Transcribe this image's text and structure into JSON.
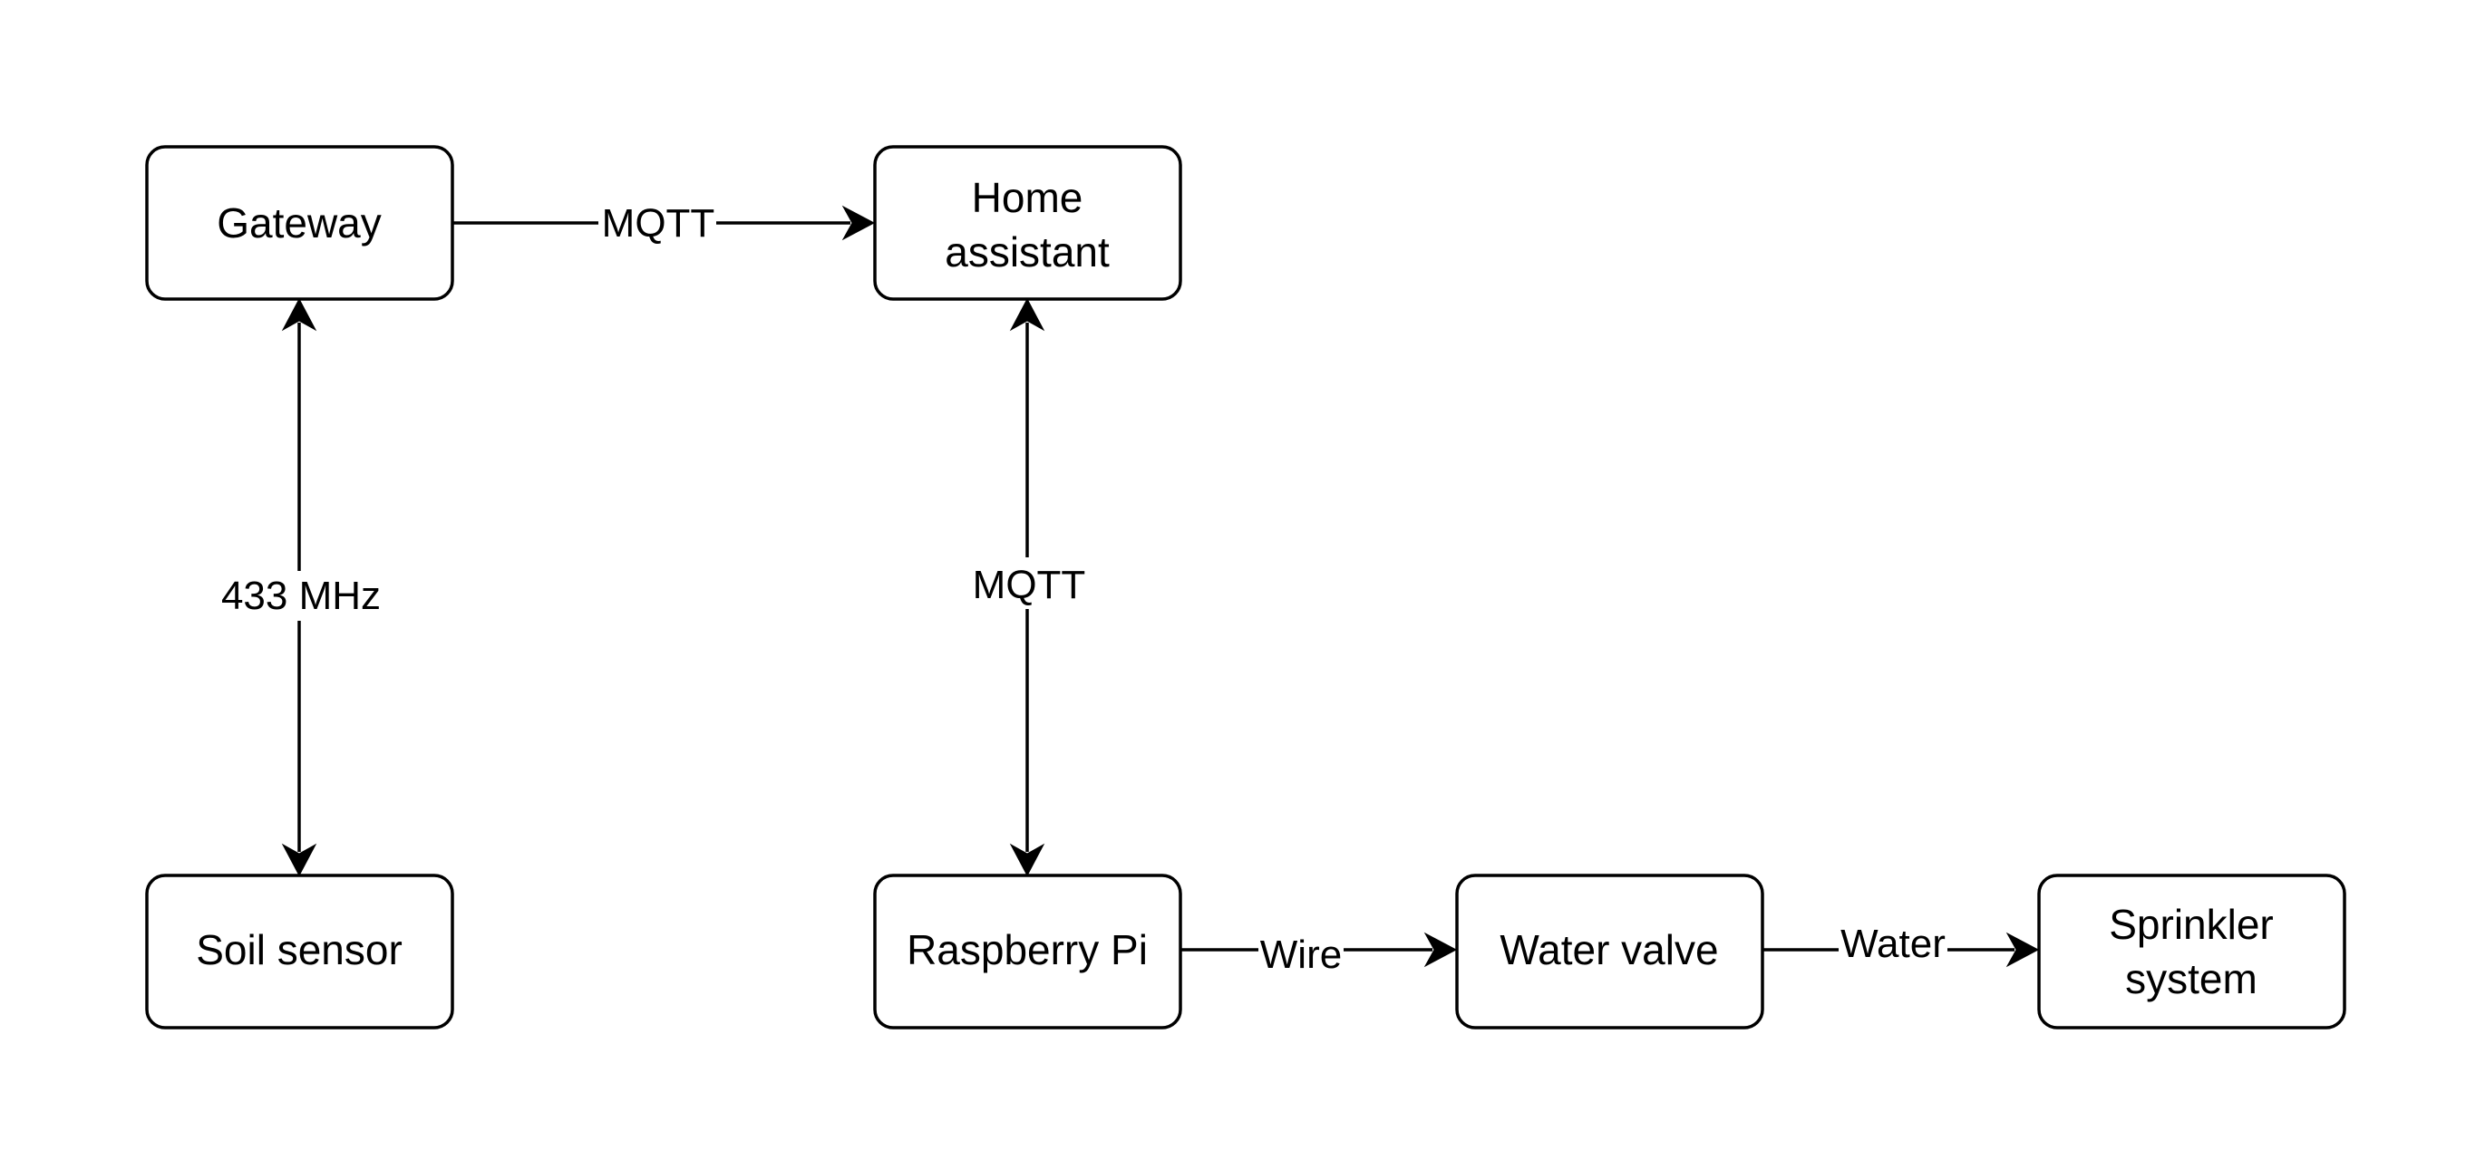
{
  "nodes": {
    "gateway": {
      "label": "Gateway"
    },
    "home_assistant": {
      "line1": "Home",
      "line2": "assistant"
    },
    "soil_sensor": {
      "label": "Soil sensor"
    },
    "raspberry_pi": {
      "label": "Raspberry Pi"
    },
    "water_valve": {
      "label": "Water valve"
    },
    "sprinkler_system": {
      "line1": "Sprinkler",
      "line2": "system"
    }
  },
  "edges": {
    "gateway_to_home_assistant": {
      "label": "MQTT"
    },
    "gateway_soil_sensor": {
      "label": "433 MHz"
    },
    "home_assistant_raspberry_pi": {
      "label": "MQTT"
    },
    "raspberry_pi_to_water_valve": {
      "label": "Wire"
    },
    "water_valve_to_sprinkler_system": {
      "label": "Water"
    }
  }
}
